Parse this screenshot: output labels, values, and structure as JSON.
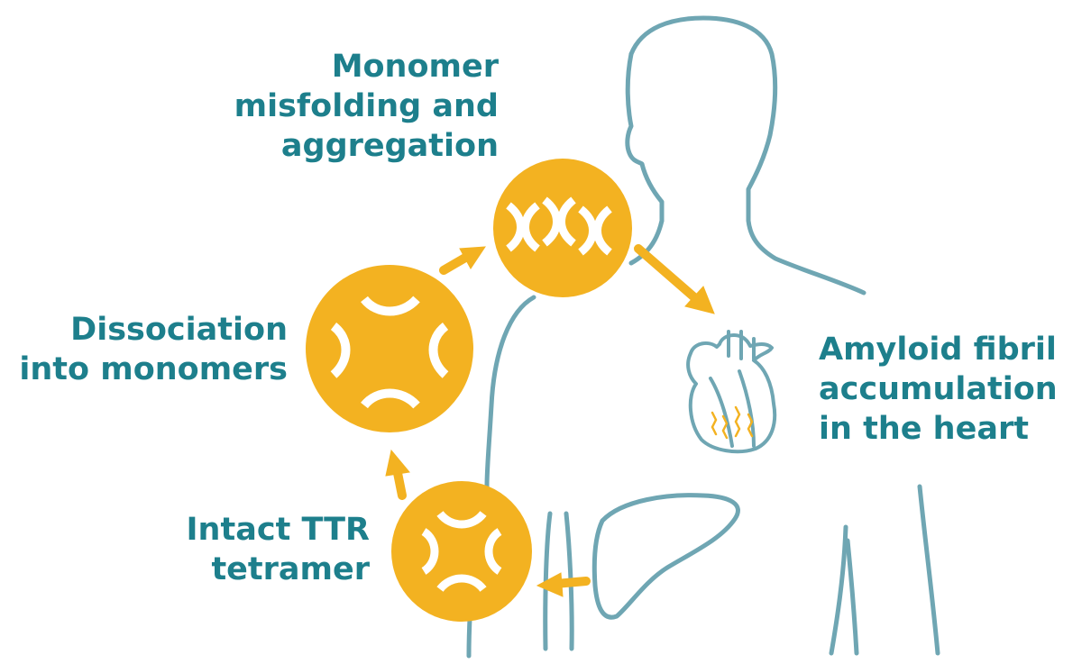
{
  "colors": {
    "teal": "#1d7f8c",
    "outline": "#6fa6b3",
    "gold": "#f3b221",
    "white": "#ffffff"
  },
  "labels": {
    "monomer": [
      "Monomer",
      "misfolding and",
      "aggregation"
    ],
    "dissociation": [
      "Dissociation",
      "into monomers"
    ],
    "intact": [
      "Intact TTR",
      "tetramer"
    ],
    "amyloid": [
      "Amyloid fibril",
      "accumulation",
      "in the heart"
    ]
  },
  "icons": [
    "body-outline",
    "liver-icon",
    "heart-icon",
    "tetramer-circle-icon",
    "monomers-circle-icon",
    "aggregation-circle-icon",
    "arrow-icon"
  ]
}
